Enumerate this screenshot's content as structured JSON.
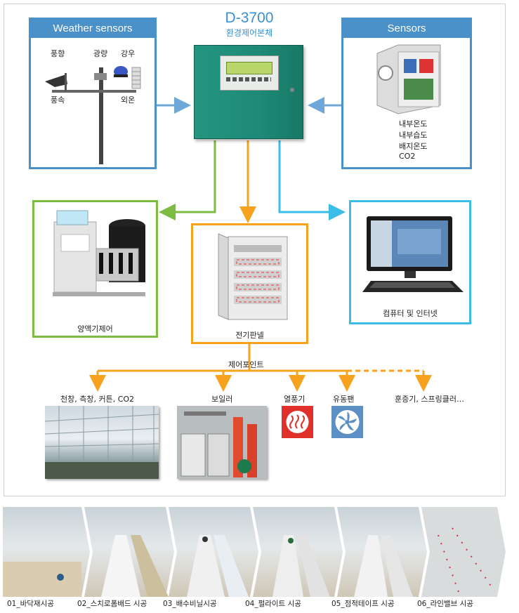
{
  "controller": {
    "model": "D-3700",
    "name": "환경제어본체"
  },
  "weather": {
    "title": "Weather sensors",
    "items": [
      "풍향",
      "광량",
      "강우",
      "풍속",
      "외온"
    ]
  },
  "sensors": {
    "title": "Sensors",
    "items": [
      "내부온도",
      "내부습도",
      "배지온도",
      "CO2"
    ]
  },
  "nodes": {
    "nutrient": "양액기제어",
    "panel": "전기판넬",
    "computer": "컴퓨터 및 인터넷"
  },
  "control_points": {
    "label": "제어포인트",
    "outputs": [
      "천창, 측창, 커튼, CO2",
      "보일러",
      "열풍기",
      "유동팬",
      "훈증기, 스프링클러…"
    ]
  },
  "steps": [
    "01_바닥재시공",
    "02_스치로폼배드 시공",
    "03_배수비닐시공",
    "04_펄라이트 시공",
    "05_점적테이프 시공",
    "06_라인밸브 시공"
  ],
  "colors": {
    "blue": "#4a90c9",
    "green": "#7dbb42",
    "orange": "#f6a21e",
    "cyan": "#3bbde8",
    "controller": "#1f8a7d"
  }
}
